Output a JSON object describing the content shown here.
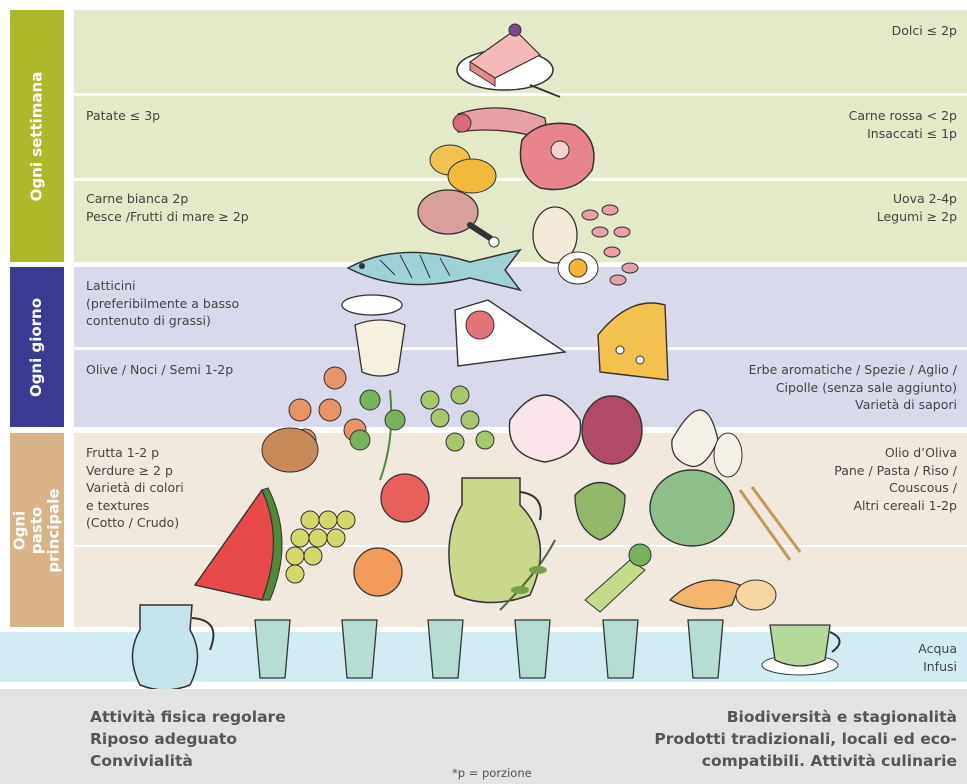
{
  "colors": {
    "weekly_bar": "#adb82a",
    "weekly_band": "#e4e9c9",
    "daily_bar": "#3b3b94",
    "daily_band": "#d9d9ec",
    "meal_bar": "#d8b486",
    "meal_band": "#f1e9dd",
    "water_band": "#d3ebf3",
    "bottom_band": "#e3e3e4"
  },
  "sections": {
    "weekly": "Ogni settimana",
    "daily": "Ogni giorno",
    "meal": "Ogni pasto\nprincipale"
  },
  "labels": {
    "dolci": "Dolci ≤ 2p",
    "patate": "Patate ≤ 3p",
    "carne_rossa": "Carne rossa < 2p\nInsaccati ≤ 1p",
    "carne_bianca": "Carne bianca 2p\nPesce /Frutti di mare ≥ 2p",
    "uova": "Uova 2-4p\nLegumi ≥ 2p",
    "latticini": "Latticini\n(preferibilmente a basso\ncontenuto di grassi)",
    "olive": "Olive / Noci / Semi 1-2p",
    "erbe": "Erbe aromatiche / Spezie / Aglio /\nCipolle (senza sale aggiunto)\nVarietà di sapori",
    "frutta": "Frutta 1-2 p\nVerdure ≥ 2 p\nVarietà di colori\ne textures\n(Cotto / Crudo)",
    "olio": "Olio d’Oliva\nPane / Pasta / Riso /\nCouscous /\nAltri cereali 1-2p",
    "acqua": "Acqua\nInfusi"
  },
  "bottom": {
    "left": "Attività fisica regolare\nRiposo adeguato\nConvivialità",
    "right": "Biodiversità e stagionalità\nProdotti tradizionali, locali ed eco-\ncompatibili.  Attività culinarie",
    "note": "*p = porzione"
  }
}
